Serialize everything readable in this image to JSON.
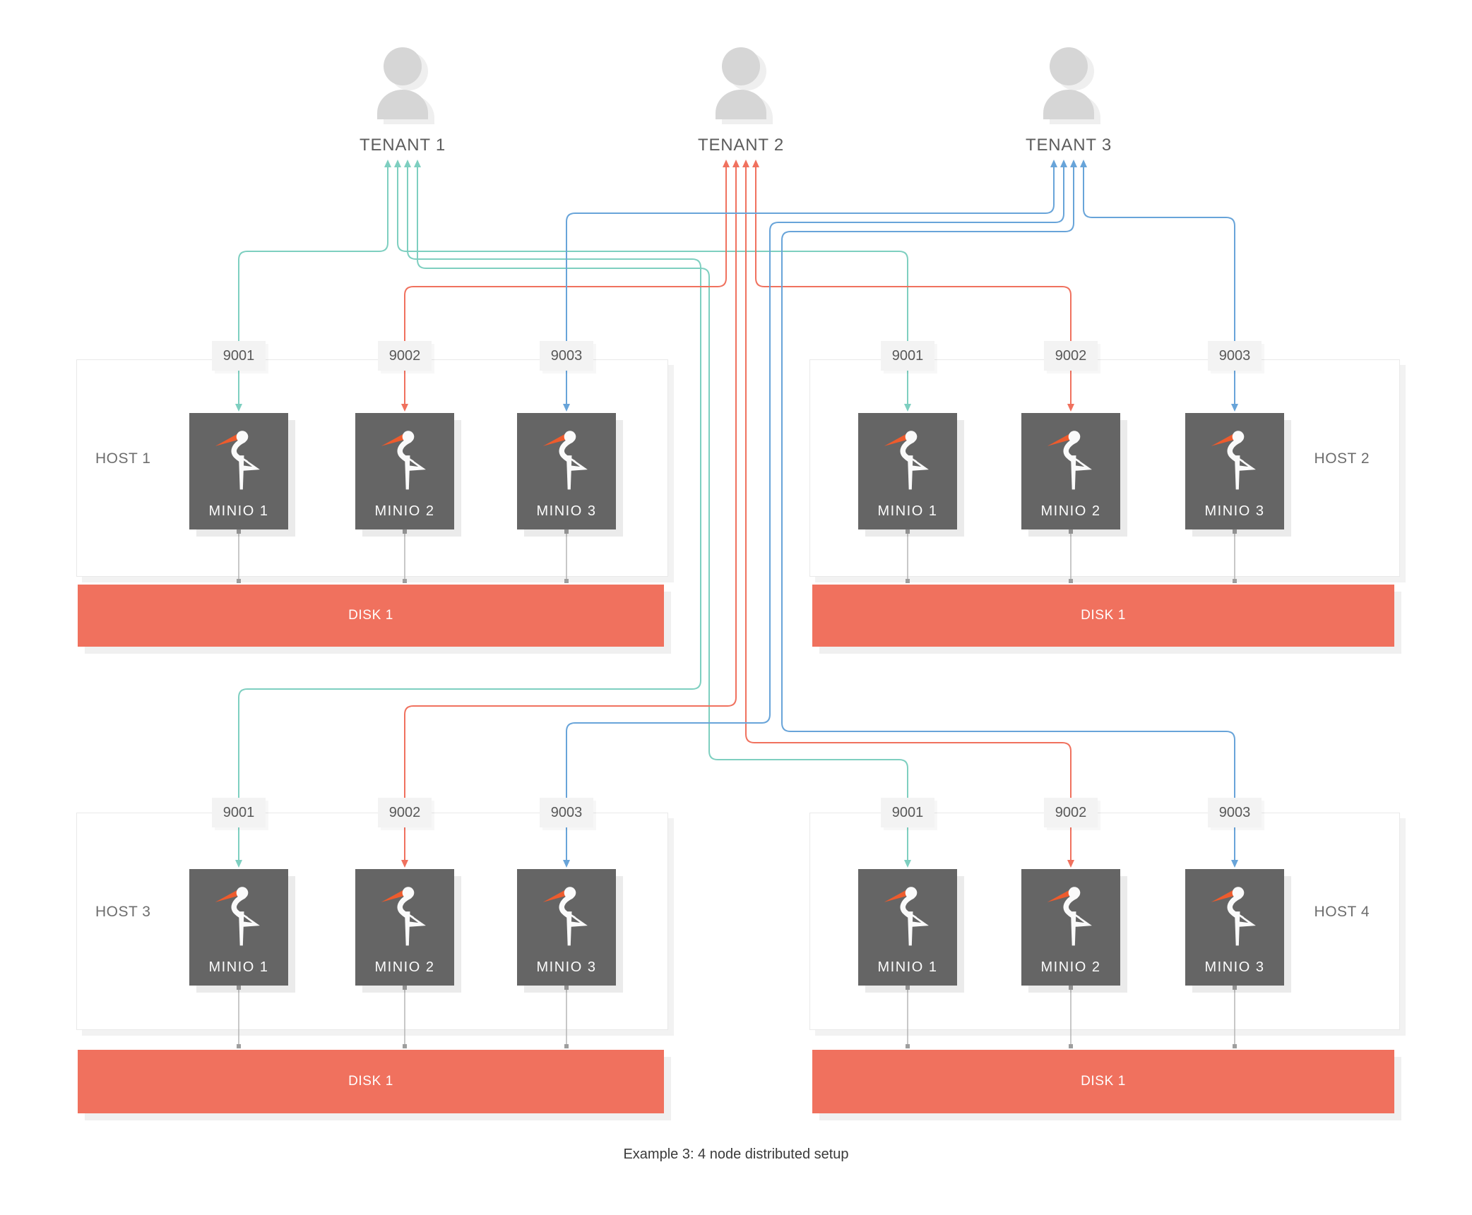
{
  "caption": "Example 3: 4 node distributed setup",
  "colors": {
    "tenant1_line": "#7ecfc0",
    "tenant2_line": "#f0715e",
    "tenant3_line": "#68a4d9",
    "disk_fill": "#f0715e",
    "minio_box_fill": "#656565",
    "minio_beak": "#ed5b2d",
    "port_box_fill": "#f3f3f3",
    "person_fill": "#d6d6d6",
    "connector_gray": "#b5b5b5"
  },
  "tenants": [
    {
      "label": "TENANT 1"
    },
    {
      "label": "TENANT 2"
    },
    {
      "label": "TENANT 3"
    }
  ],
  "hosts": [
    {
      "label": "HOST 1",
      "label_side": "left",
      "ports": [
        "9001",
        "9002",
        "9003"
      ],
      "nodes": [
        "MINIO 1",
        "MINIO 2",
        "MINIO 3"
      ],
      "disk": "DISK 1"
    },
    {
      "label": "HOST 2",
      "label_side": "right",
      "ports": [
        "9001",
        "9002",
        "9003"
      ],
      "nodes": [
        "MINIO 1",
        "MINIO 2",
        "MINIO 3"
      ],
      "disk": "DISK 1"
    },
    {
      "label": "HOST 3",
      "label_side": "left",
      "ports": [
        "9001",
        "9002",
        "9003"
      ],
      "nodes": [
        "MINIO 1",
        "MINIO 2",
        "MINIO 3"
      ],
      "disk": "DISK 1"
    },
    {
      "label": "HOST 4",
      "label_side": "right",
      "ports": [
        "9001",
        "9002",
        "9003"
      ],
      "nodes": [
        "MINIO 1",
        "MINIO 2",
        "MINIO 3"
      ],
      "disk": "DISK 1"
    }
  ],
  "connections": [
    {
      "tenant": "TENANT 1",
      "port": "9001",
      "node": "MINIO 1",
      "hosts": [
        "HOST 1",
        "HOST 2",
        "HOST 3",
        "HOST 4"
      ],
      "color": "#7ecfc0"
    },
    {
      "tenant": "TENANT 2",
      "port": "9002",
      "node": "MINIO 2",
      "hosts": [
        "HOST 1",
        "HOST 2",
        "HOST 3",
        "HOST 4"
      ],
      "color": "#f0715e"
    },
    {
      "tenant": "TENANT 3",
      "port": "9003",
      "node": "MINIO 3",
      "hosts": [
        "HOST 1",
        "HOST 2",
        "HOST 3",
        "HOST 4"
      ],
      "color": "#68a4d9"
    }
  ],
  "icons": {
    "tenant": "person-icon",
    "node": "minio-bird-icon"
  }
}
